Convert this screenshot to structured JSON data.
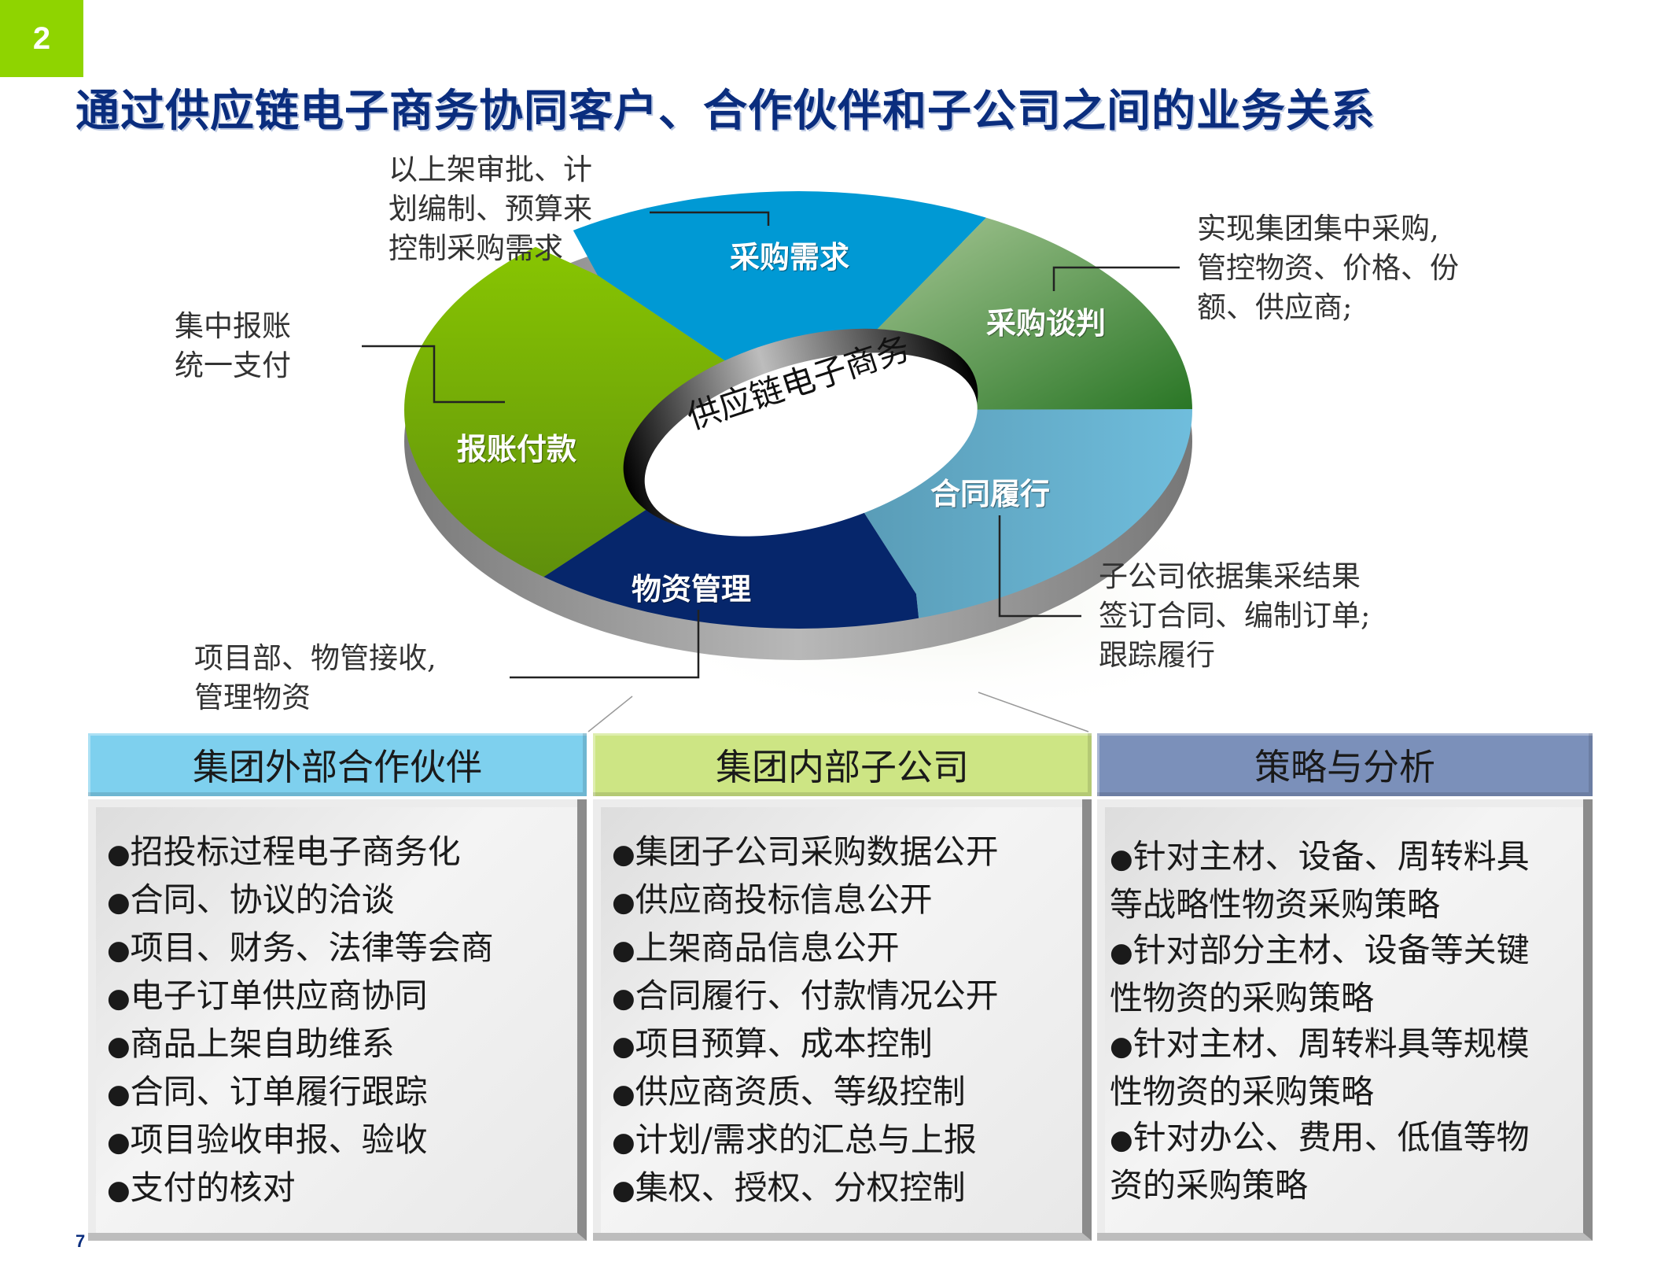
{
  "badge": {
    "number": "2",
    "color": "#8fd400"
  },
  "title": "通过供应链电子商务协同客户、合作伙伴和子公司之间的业务关系",
  "ring": {
    "center_label": "供应链电子商务",
    "segments": [
      {
        "id": "demand",
        "label": "采购需求",
        "color": "#0099d4"
      },
      {
        "id": "negotiation",
        "label": "采购谈判",
        "color": "#5a9a3a"
      },
      {
        "id": "contract",
        "label": "合同履行",
        "color": "#63b2d2"
      },
      {
        "id": "materials",
        "label": "物资管理",
        "color": "#06266b"
      },
      {
        "id": "payment",
        "label": "报账付款",
        "color": "#7fbf00"
      }
    ]
  },
  "notes": {
    "demand": "以上架审批、计\n划编制、预算来\n控制采购需求",
    "negotiation": "实现集团集中采购,\n管控物资、价格、份\n额、供应商;",
    "contract": "子公司依据集采结果\n签订合同、编制订单;\n跟踪履行",
    "materials": "项目部、物管接收,\n管理物资",
    "payment": "集中报账\n统一支付"
  },
  "boxes": [
    {
      "header": "集团外部合作伙伴",
      "header_color": "#7ed0ee",
      "items": [
        "招投标过程电子商务化",
        "合同、协议的洽谈",
        "项目、财务、法律等会商",
        "电子订单供应商协同",
        "商品上架自助维系",
        "合同、订单履行跟踪",
        "项目验收申报、验收",
        "支付的核对"
      ]
    },
    {
      "header": "集团内部子公司",
      "header_color": "#cde584",
      "items": [
        "集团子公司采购数据公开",
        "供应商投标信息公开",
        "上架商品信息公开",
        "合同履行、付款情况公开",
        "项目预算、成本控制",
        "供应商资质、等级控制",
        "计划/需求的汇总与上报",
        "集权、授权、分权控制"
      ]
    },
    {
      "header": "策略与分析",
      "header_color": "#7b90ba",
      "items": [
        "针对主材、设备、周转料具等战略性物资采购策略",
        "针对部分主材、设备等关键性物资的采购策略",
        "针对主材、周转料具等规模性物资的采购策略",
        "针对办公、费用、低值等物资的采购策略"
      ]
    }
  ],
  "bullet": "●",
  "page_number": "7"
}
